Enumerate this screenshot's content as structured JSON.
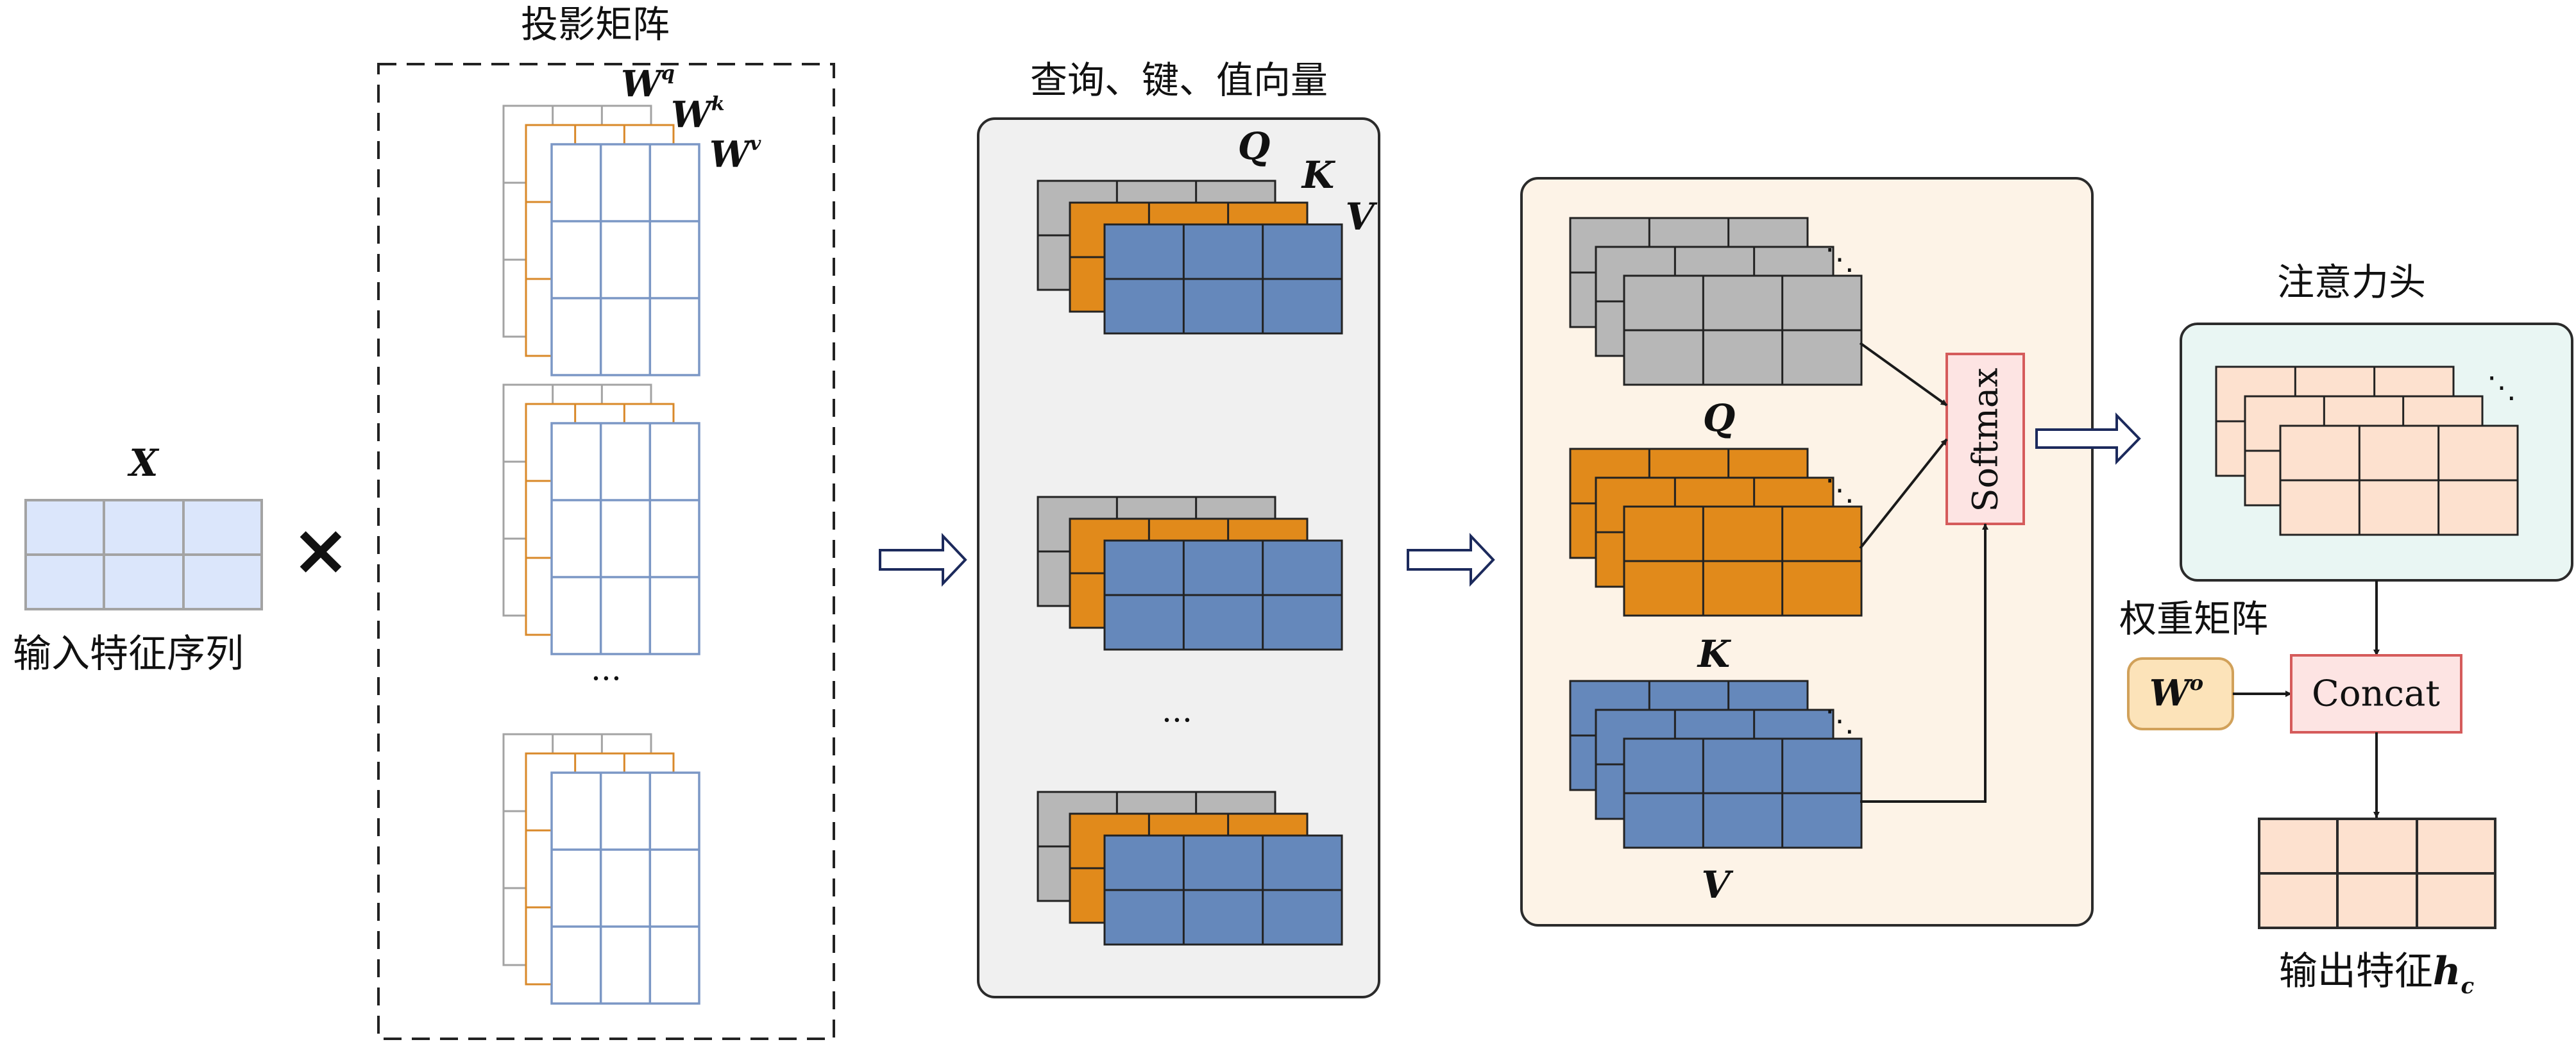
{
  "labels": {
    "x_symbol": "X",
    "input_caption": "输入特征序列",
    "multiply": "×",
    "projection_title": "投影矩阵",
    "w_q": "W",
    "w_q_sup": "q",
    "w_k": "W",
    "w_k_sup": "k",
    "w_v": "W",
    "w_v_sup": "v",
    "ellipsis": "···",
    "qkv_title": "查询、键、值向量",
    "q": "Q",
    "k": "K",
    "v": "V",
    "softmax": "Softmax",
    "heads_title": "注意力头",
    "weights_title": "权重矩阵",
    "w_o": "W",
    "w_o_sup": "o",
    "concat": "Concat",
    "output_caption_text": "输出特征",
    "output_symbol": "h",
    "output_sub": "c",
    "dots": "⋱"
  },
  "colors": {
    "input_fill": "#dbe6fb",
    "grid_gray": "#a3a3a3",
    "gray_fill": "#b7b7b7",
    "orange_fill": "#e18a1b",
    "orange_line": "#d9892a",
    "blue_fill": "#6588bb",
    "blue_line": "#7b97c5",
    "qkv_panel": "#f0f0f0",
    "attn_panel": "#fdf3e7",
    "heads_panel": "#e9f6f3",
    "softmax_fill": "#fde4e3",
    "softmax_border": "#d55b5b",
    "head_fill": "#fde1cf",
    "wo_fill": "#fce3b9",
    "wo_border": "#d1a15a",
    "arrow_fill": "#ffffff",
    "arrow_stroke": "#1c2a5c"
  }
}
